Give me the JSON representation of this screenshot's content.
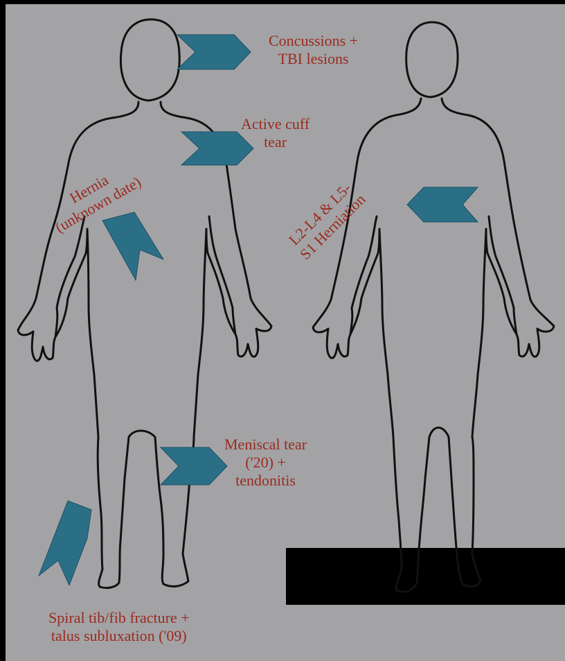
{
  "annotations": {
    "concussions": [
      "Concussions +",
      "TBI lesions"
    ],
    "cuff": [
      "Active cuff",
      "tear"
    ],
    "hernia": [
      "Hernia",
      "(unknown date)"
    ],
    "spine": [
      "L2-L4 & L5-",
      "S1 Herniation"
    ],
    "meniscal": [
      "Meniscal tear",
      "('20)  +",
      "tendonitis"
    ],
    "tibfib": [
      "Spiral tib/fib fracture +",
      "talus subluxation ('09)"
    ]
  },
  "colors": {
    "background": "#a3a3a6",
    "frame": "#000000",
    "arrow": "#2b6f87",
    "label": "#9b2a1e",
    "outline": "#111111",
    "floor_block": "#000000"
  }
}
